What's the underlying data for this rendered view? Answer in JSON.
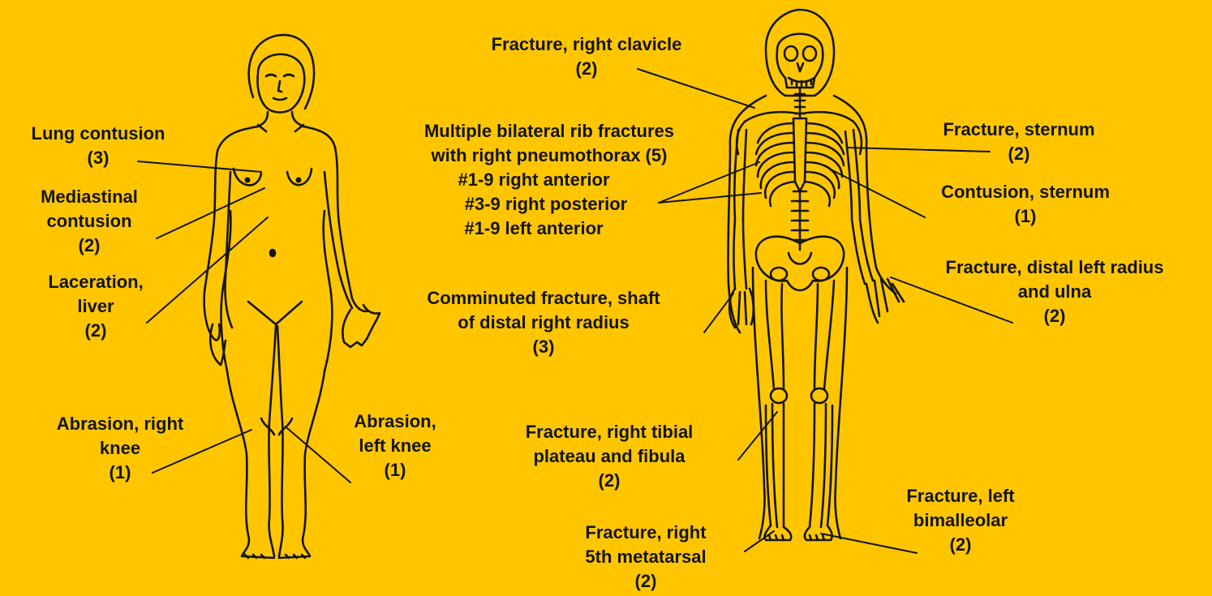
{
  "colors": {
    "background": "#FFC600",
    "ink": "#141414"
  },
  "figures": [
    "female-body-outline",
    "skeleton"
  ],
  "labels": {
    "lung_contusion": [
      "Lung contusion",
      "(3)"
    ],
    "mediastinal_contusion": [
      "Mediastinal",
      "contusion",
      "(2)"
    ],
    "laceration_liver": [
      "Laceration,",
      "liver",
      "(2)"
    ],
    "abrasion_right_knee": [
      "Abrasion, right",
      "knee",
      "(1)"
    ],
    "abrasion_left_knee": [
      "Abrasion,",
      "left knee",
      "(1)"
    ],
    "fracture_right_clavicle": [
      "Fracture, right clavicle",
      "(2)"
    ],
    "rib_fractures": [
      "Multiple bilateral rib fractures",
      "with right pneumothorax (5)",
      "#1-9 right anterior",
      "#3-9 right posterior",
      "#1-9 left anterior"
    ],
    "comminuted_fracture": [
      "Comminuted fracture, shaft",
      "of distal right radius",
      "(3)"
    ],
    "fracture_tibial_plateau": [
      "Fracture, right tibial",
      "plateau and fibula",
      "(2)"
    ],
    "fracture_metatarsal": [
      "Fracture, right",
      "5th metatarsal",
      "(2)"
    ],
    "fracture_sternum": [
      "Fracture, sternum",
      "(2)"
    ],
    "contusion_sternum": [
      "Contusion, sternum",
      "(1)"
    ],
    "fracture_radius_ulna": [
      "Fracture, distal left radius",
      "and ulna",
      "(2)"
    ],
    "fracture_bimalleolar": [
      "Fracture, left",
      "bimalleolar",
      "(2)"
    ]
  }
}
